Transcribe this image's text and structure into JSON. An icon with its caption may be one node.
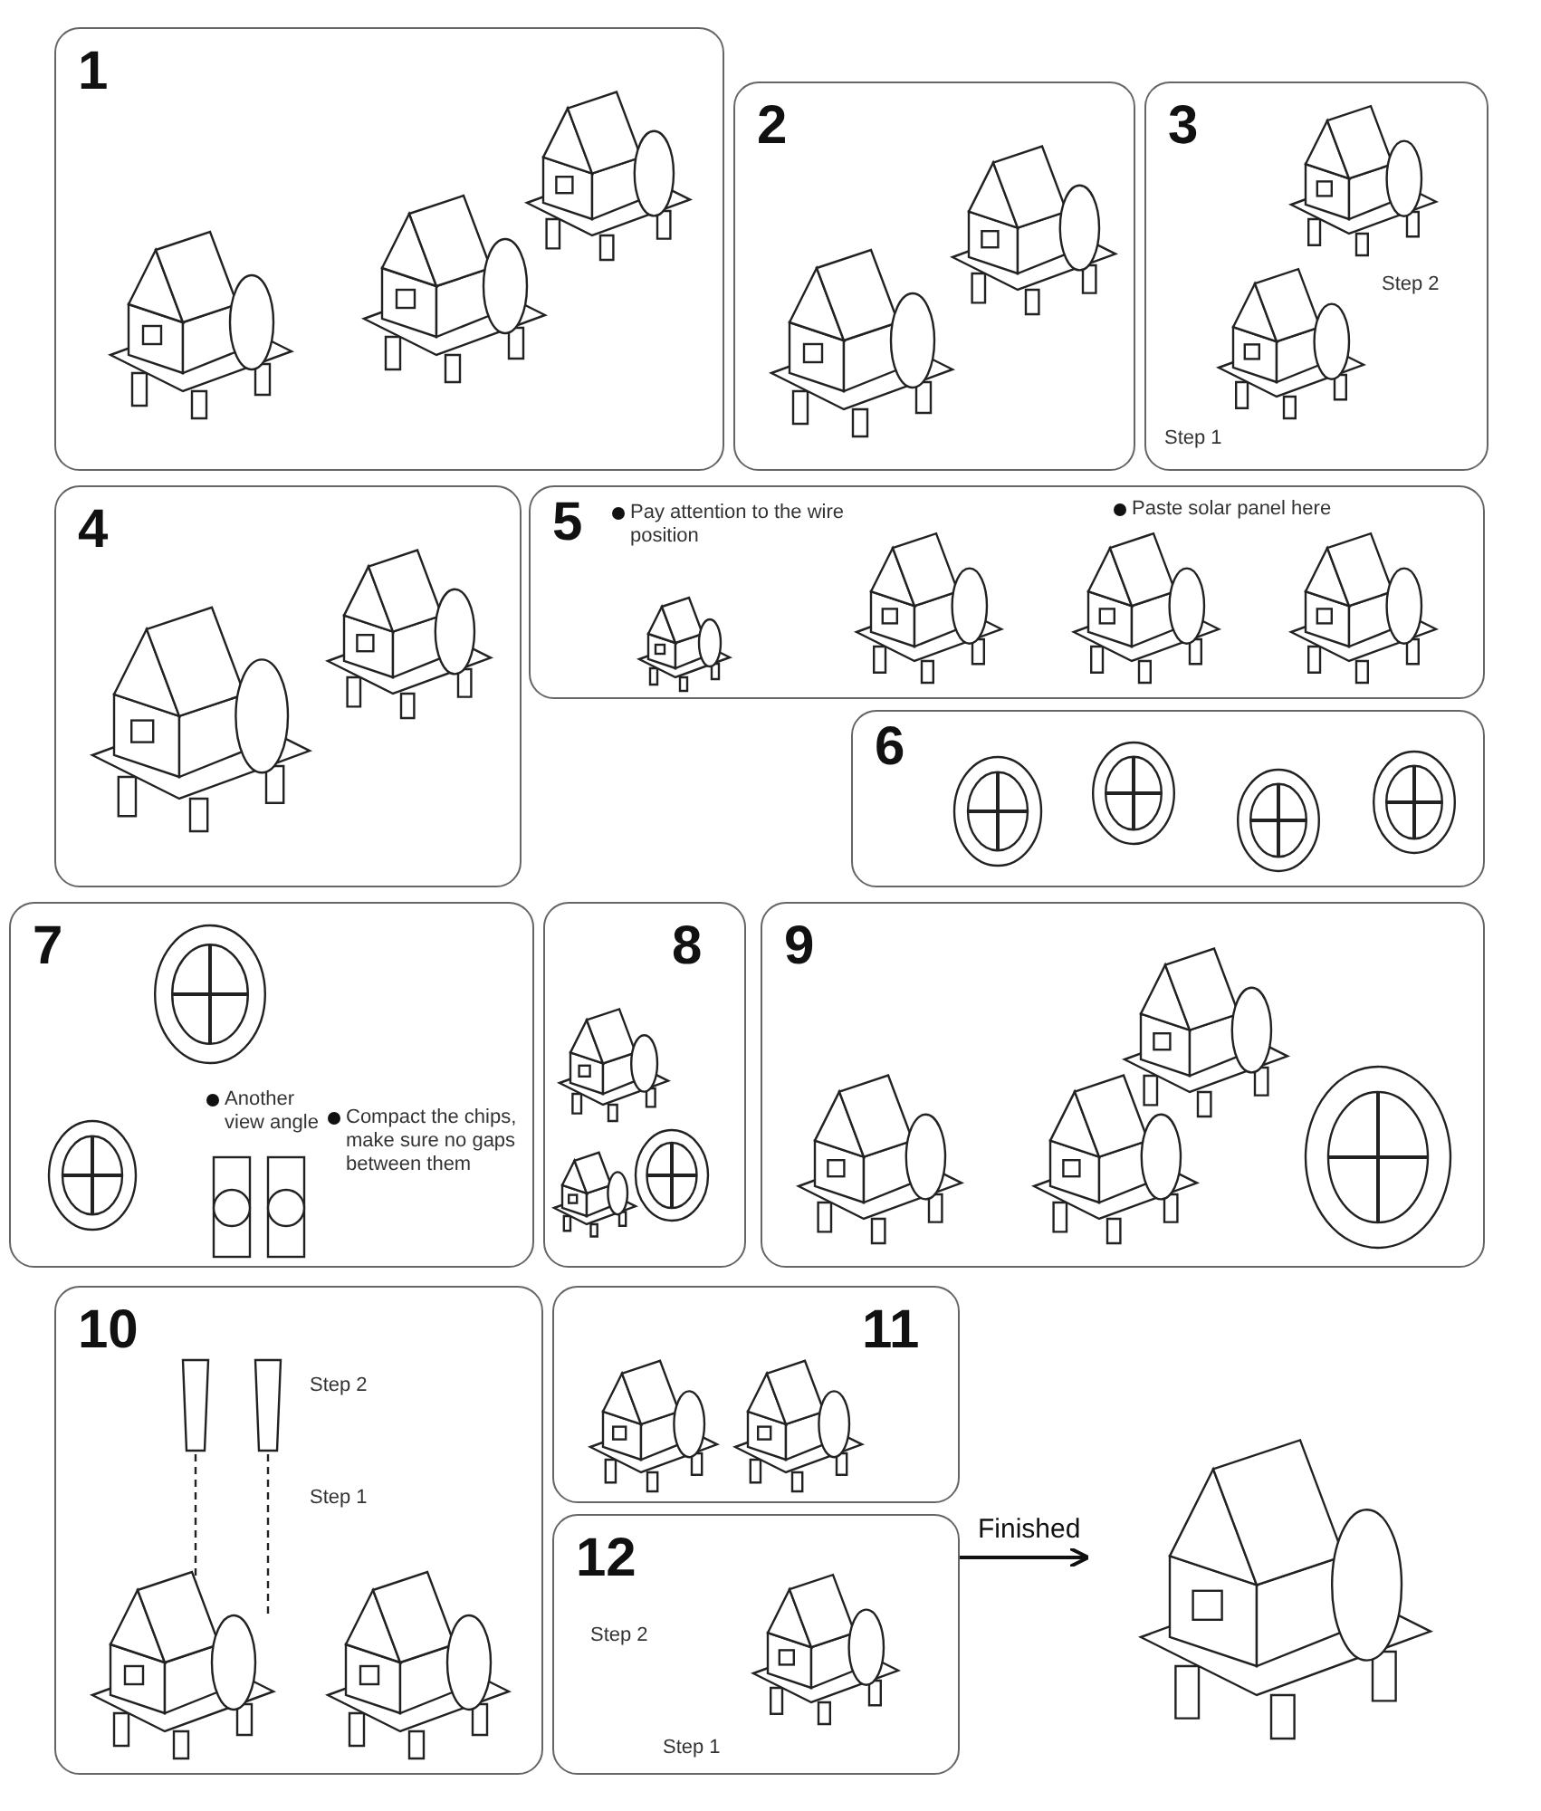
{
  "diagram": {
    "nodes": [
      {
        "text": [
          "1"
        ]
      },
      {
        "text": [
          "2"
        ]
      },
      {
        "text": [
          "3",
          "Step 2",
          "Step 1"
        ]
      },
      {
        "text": [
          "4"
        ]
      },
      {
        "text": [
          "5",
          "Pay attention to the wire position",
          "Paste solar panel here"
        ]
      },
      {
        "text": [
          "6"
        ]
      },
      {
        "text": [
          "7",
          "Another view angle",
          "Compact the chips, make sure no gaps between them"
        ]
      },
      {
        "text": [
          "8"
        ]
      },
      {
        "text": [
          "9"
        ]
      },
      {
        "text": [
          "10",
          "Step 2",
          "Step 1"
        ]
      },
      {
        "text": [
          "11"
        ]
      },
      {
        "text": [
          "12",
          "Step 2",
          "Step 1"
        ]
      },
      {
        "text": [],
        "shape": "picture"
      }
    ],
    "edges": [
      {
        "from": 11,
        "to": 12,
        "arrow": "to",
        "label": "Finished"
      }
    ]
  }
}
